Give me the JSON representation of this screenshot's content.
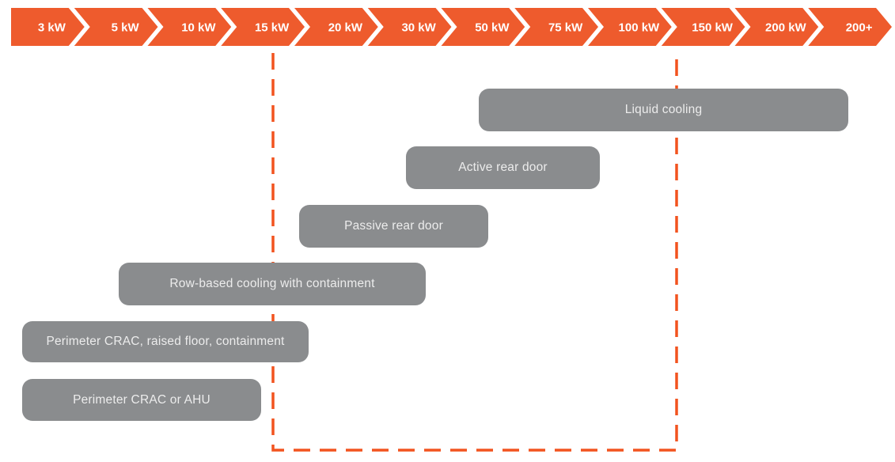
{
  "colors": {
    "banner_orange": "#ee5b2d",
    "dash_orange": "#f2531f",
    "bar_gray": "#8a8c8e",
    "bar_text": "#ececec",
    "banner_text": "#ffffff",
    "background": "#ffffff"
  },
  "chart_data": {
    "type": "bar",
    "variant": "horizontal-range-bars-over-power-scale",
    "x_axis": {
      "unit": "kW",
      "tick_labels": [
        "3 kW",
        "5 kW",
        "10 kW",
        "15 kW",
        "20 kW",
        "30 kW",
        "50 kW",
        "75 kW",
        "100 kW",
        "150 kW",
        "200 kW",
        "200+"
      ]
    },
    "bars": [
      {
        "label": "Liquid cooling",
        "kw_start": 50,
        "kw_end": "200+",
        "row": 1
      },
      {
        "label": "Active rear door",
        "kw_start": 30,
        "kw_end": 100,
        "row": 2
      },
      {
        "label": "Passive rear door",
        "kw_start": 20,
        "kw_end": 50,
        "row": 3
      },
      {
        "label": "Row-based cooling with containment",
        "kw_start": 5,
        "kw_end": 30,
        "row": 4
      },
      {
        "label": "Perimeter CRAC, raised floor, containment",
        "kw_start": 3,
        "kw_end": 20,
        "row": 5
      },
      {
        "label": "Perimeter CRAC or AHU",
        "kw_start": 3,
        "kw_end": 15,
        "row": 6
      }
    ],
    "highlight_region": {
      "from_kw": 15,
      "to_kw": 150,
      "style": "dashed",
      "color": "#f2531f"
    },
    "grid": false,
    "legend": null
  }
}
